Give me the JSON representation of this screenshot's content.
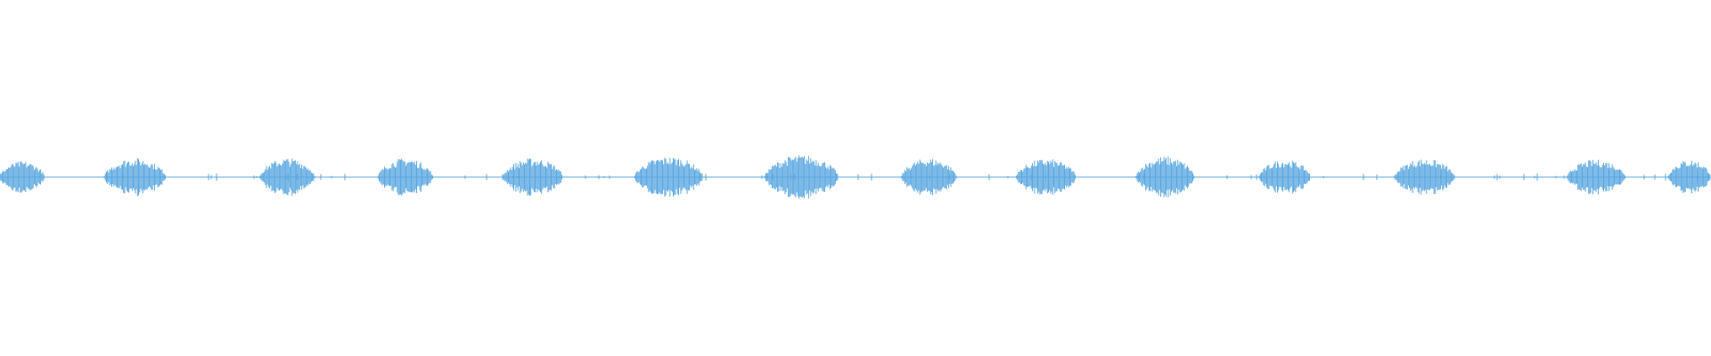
{
  "waveform": {
    "color": "#5aa7e0",
    "baseline_color": "#5aa7e0",
    "bursts": [
      {
        "start": 0.0,
        "end": 0.026,
        "amplitude": 0.2
      },
      {
        "start": 0.061,
        "end": 0.097,
        "amplitude": 0.24
      },
      {
        "start": 0.152,
        "end": 0.184,
        "amplitude": 0.24
      },
      {
        "start": 0.221,
        "end": 0.253,
        "amplitude": 0.24
      },
      {
        "start": 0.294,
        "end": 0.329,
        "amplitude": 0.24
      },
      {
        "start": 0.371,
        "end": 0.411,
        "amplitude": 0.26
      },
      {
        "start": 0.447,
        "end": 0.49,
        "amplitude": 0.28
      },
      {
        "start": 0.527,
        "end": 0.559,
        "amplitude": 0.24
      },
      {
        "start": 0.594,
        "end": 0.629,
        "amplitude": 0.23
      },
      {
        "start": 0.664,
        "end": 0.698,
        "amplitude": 0.26
      },
      {
        "start": 0.736,
        "end": 0.766,
        "amplitude": 0.22
      },
      {
        "start": 0.815,
        "end": 0.85,
        "amplitude": 0.23
      },
      {
        "start": 0.916,
        "end": 0.95,
        "amplitude": 0.22
      },
      {
        "start": 0.975,
        "end": 1.0,
        "amplitude": 0.22
      }
    ]
  }
}
